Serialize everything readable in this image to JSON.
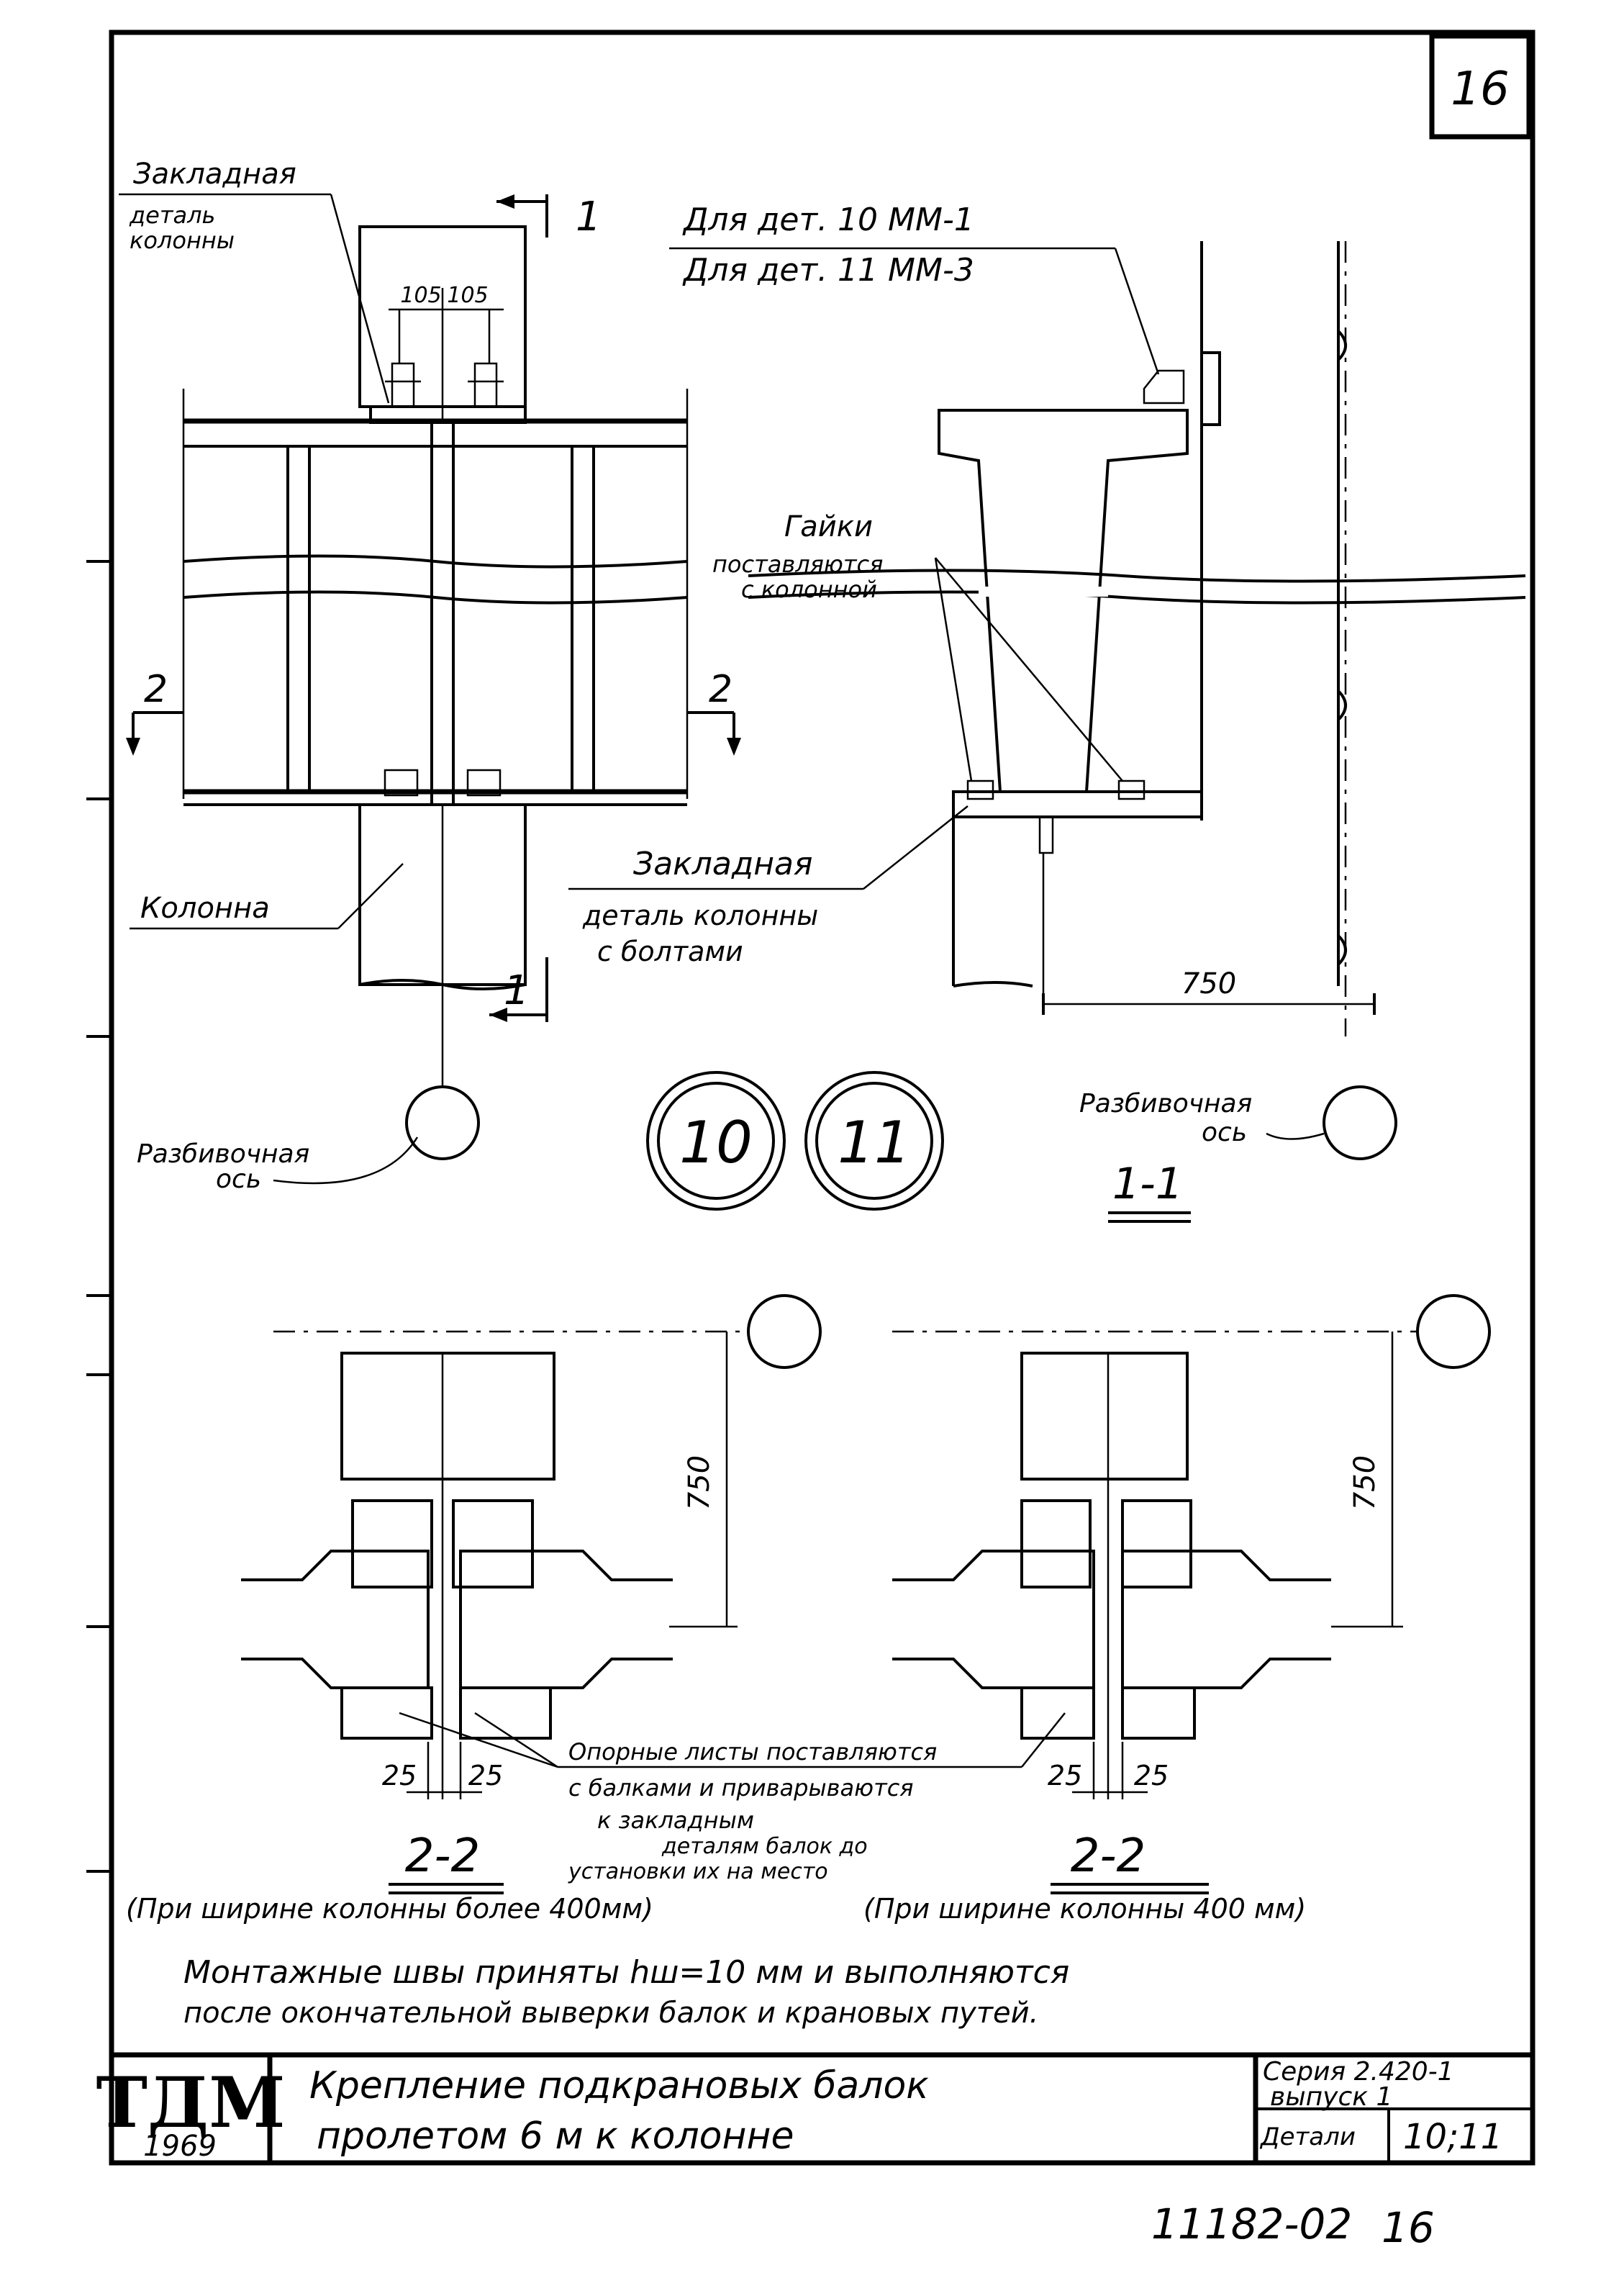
{
  "sheet": {
    "number": "16"
  },
  "view_front": {
    "section_mark": "1",
    "embedded_label_line1": "Закладная",
    "embedded_label_line2": "деталь",
    "embedded_label_line3": "колонны",
    "dim_left": "105",
    "dim_right": "105",
    "section2_left": "2",
    "section2_right": "2",
    "column_label": "Колонна",
    "section_mark_bottom": "1",
    "axis_label_line1": "Разбивочная",
    "axis_label_line2": "ось"
  },
  "view_section_1_1": {
    "note_line1": "Для дет. 10 ММ-1",
    "note_line2": "Для дет. 11 ММ-3",
    "nuts_label": "Гайки",
    "nuts_note_line1": "поставляются",
    "nuts_note_line2": "с колонной",
    "embedded_line1": "Закладная",
    "embedded_line2": "деталь колонны",
    "embedded_line3": "с болтами",
    "dim_750": "750",
    "axis_label_line1": "Разбивочная",
    "axis_label_line2": "ось",
    "title": "1-1"
  },
  "detail_markers": {
    "left": "10",
    "right": "11"
  },
  "sections_2_2": {
    "dim_750_left": "750",
    "dim_750_right": "750",
    "dim_25_a": "25",
    "dim_25_b": "25",
    "dim_25_c": "25",
    "dim_25_d": "25",
    "note_line1": "Опорные листы поставляются",
    "note_line2": "с балками и приварываются",
    "note_line3": "к закладным",
    "note_line4": "деталям балок до",
    "note_line5": "установки их на место",
    "title_left": "2-2",
    "title_right": "2-2",
    "caption_left": "(При ширине колонны более 400мм)",
    "caption_right": "(При ширине колонны 400 мм)"
  },
  "general_note": {
    "line1": "Монтажные швы приняты hш=10 мм и выполняются",
    "line2": "после окончательной выверки балок и крановых путей."
  },
  "title_block": {
    "org": "ТДМ",
    "year": "1969",
    "title_line1": "Крепление подкрановых балок",
    "title_line2": "пролетом 6 м к колонне",
    "series_line1": "Серия 2.420-1",
    "series_line2": "выпуск 1",
    "details_label": "Детали",
    "details_value": "10;11"
  },
  "archive_number": "11182-02",
  "archive_page": "16"
}
